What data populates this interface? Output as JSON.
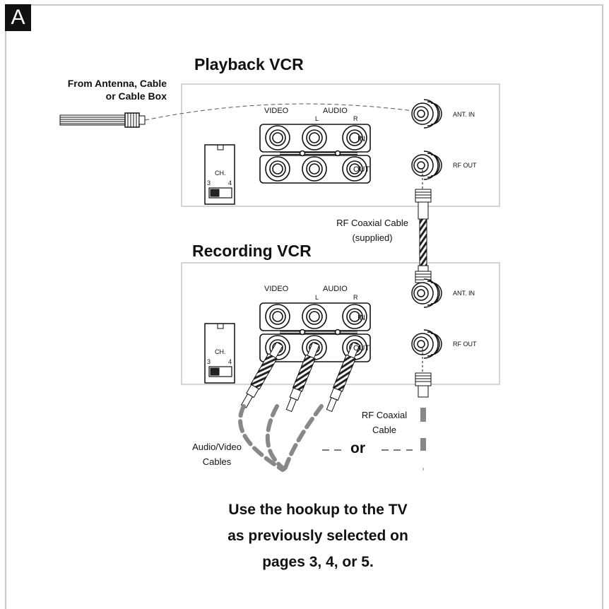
{
  "figure_letter": "A",
  "source_label": [
    "From Antenna, Cable",
    "or Cable Box"
  ],
  "playback": {
    "title": "Playback VCR",
    "video": "VIDEO",
    "audio": "AUDIO",
    "l": "L",
    "r": "R",
    "in": "IN",
    "out": "OUT",
    "ch": "CH.",
    "ch3": "3",
    "ch4": "4",
    "ant_in": "ANT. IN",
    "rf_out": "RF OUT"
  },
  "recording": {
    "title": "Recording VCR",
    "video": "VIDEO",
    "audio": "AUDIO",
    "l": "L",
    "r": "R",
    "in": "IN",
    "out": "OUT",
    "ch": "CH.",
    "ch3": "3",
    "ch4": "4",
    "ant_in": "ANT. IN",
    "rf_out": "RF OUT"
  },
  "rf_cable_supplied": [
    "RF Coaxial Cable",
    "(supplied)"
  ],
  "rf_cable": [
    "RF Coaxial",
    "Cable"
  ],
  "av_cables": [
    "Audio/Video",
    "Cables"
  ],
  "or": "or",
  "footer": [
    "Use the hookup to the TV",
    "as previously selected on",
    "pages 3, 4, or 5."
  ]
}
